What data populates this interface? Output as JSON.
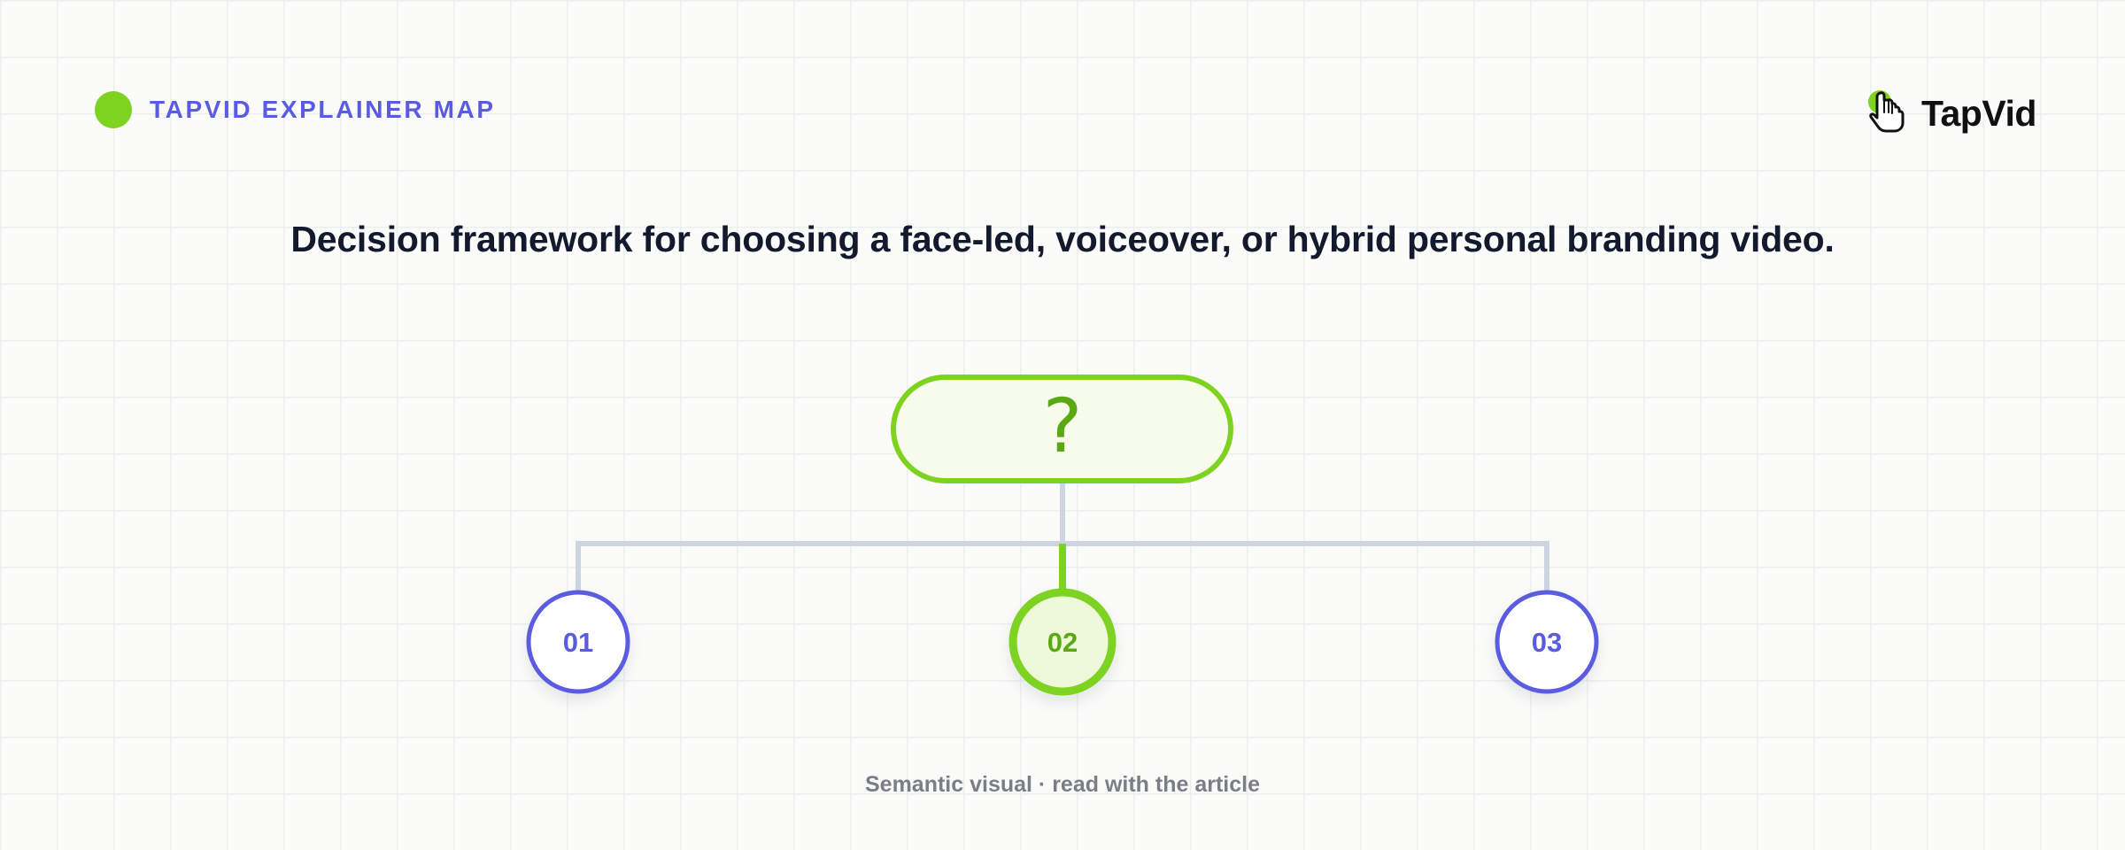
{
  "header": {
    "brand_label": "TAPVID EXPLAINER MAP",
    "logo_text": "TapVid"
  },
  "headline": "Decision framework for choosing a face-led, voiceover, or hybrid personal branding video.",
  "diagram": {
    "root_symbol": "?",
    "options": [
      {
        "label": "01",
        "highlighted": false
      },
      {
        "label": "02",
        "highlighted": true
      },
      {
        "label": "03",
        "highlighted": false
      }
    ]
  },
  "footer": {
    "note": "Semantic visual · read with the article"
  },
  "colors": {
    "accent_green": "#7ed321",
    "dark_green": "#5aa812",
    "brand_purple": "#5b5be0",
    "connector_gray": "#cdd5e0",
    "text_dark": "#141a2e"
  },
  "icons": {
    "brand_dot": "green-dot-icon",
    "logo_mark": "pointer-hand-icon"
  }
}
